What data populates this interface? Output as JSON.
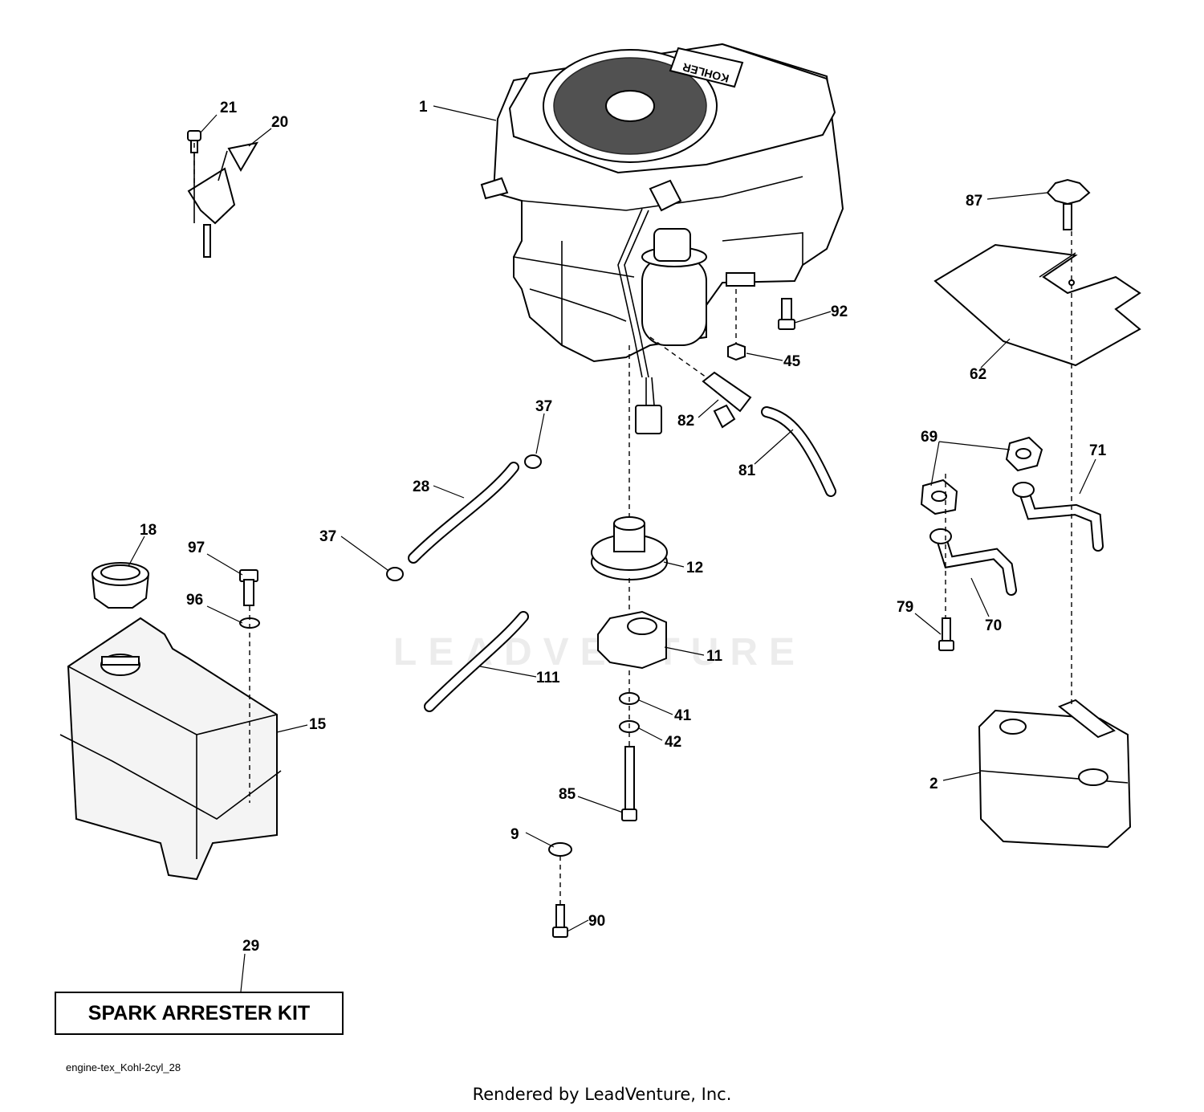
{
  "diagram": {
    "watermark": "LEADVENTURE",
    "engine_brand": "KOHLER",
    "labels": [
      {
        "id": "1",
        "text": "1"
      },
      {
        "id": "21",
        "text": "21"
      },
      {
        "id": "20",
        "text": "20"
      },
      {
        "id": "87",
        "text": "87"
      },
      {
        "id": "92",
        "text": "92"
      },
      {
        "id": "45",
        "text": "45"
      },
      {
        "id": "62",
        "text": "62"
      },
      {
        "id": "37a",
        "text": "37"
      },
      {
        "id": "82",
        "text": "82"
      },
      {
        "id": "69",
        "text": "69"
      },
      {
        "id": "71",
        "text": "71"
      },
      {
        "id": "28",
        "text": "28"
      },
      {
        "id": "81",
        "text": "81"
      },
      {
        "id": "18",
        "text": "18"
      },
      {
        "id": "97",
        "text": "97"
      },
      {
        "id": "37b",
        "text": "37"
      },
      {
        "id": "12",
        "text": "12"
      },
      {
        "id": "96",
        "text": "96"
      },
      {
        "id": "70",
        "text": "70"
      },
      {
        "id": "79",
        "text": "79"
      },
      {
        "id": "11",
        "text": "11"
      },
      {
        "id": "111",
        "text": "111"
      },
      {
        "id": "41",
        "text": "41"
      },
      {
        "id": "15",
        "text": "15"
      },
      {
        "id": "42",
        "text": "42"
      },
      {
        "id": "2",
        "text": "2"
      },
      {
        "id": "85",
        "text": "85"
      },
      {
        "id": "9",
        "text": "9"
      },
      {
        "id": "90",
        "text": "90"
      },
      {
        "id": "29",
        "text": "29"
      }
    ],
    "kit_label": "SPARK ARRESTER KIT",
    "drawing_code": "engine-tex_Kohl-2cyl_28",
    "footer": "Rendered by LeadVenture, Inc."
  }
}
